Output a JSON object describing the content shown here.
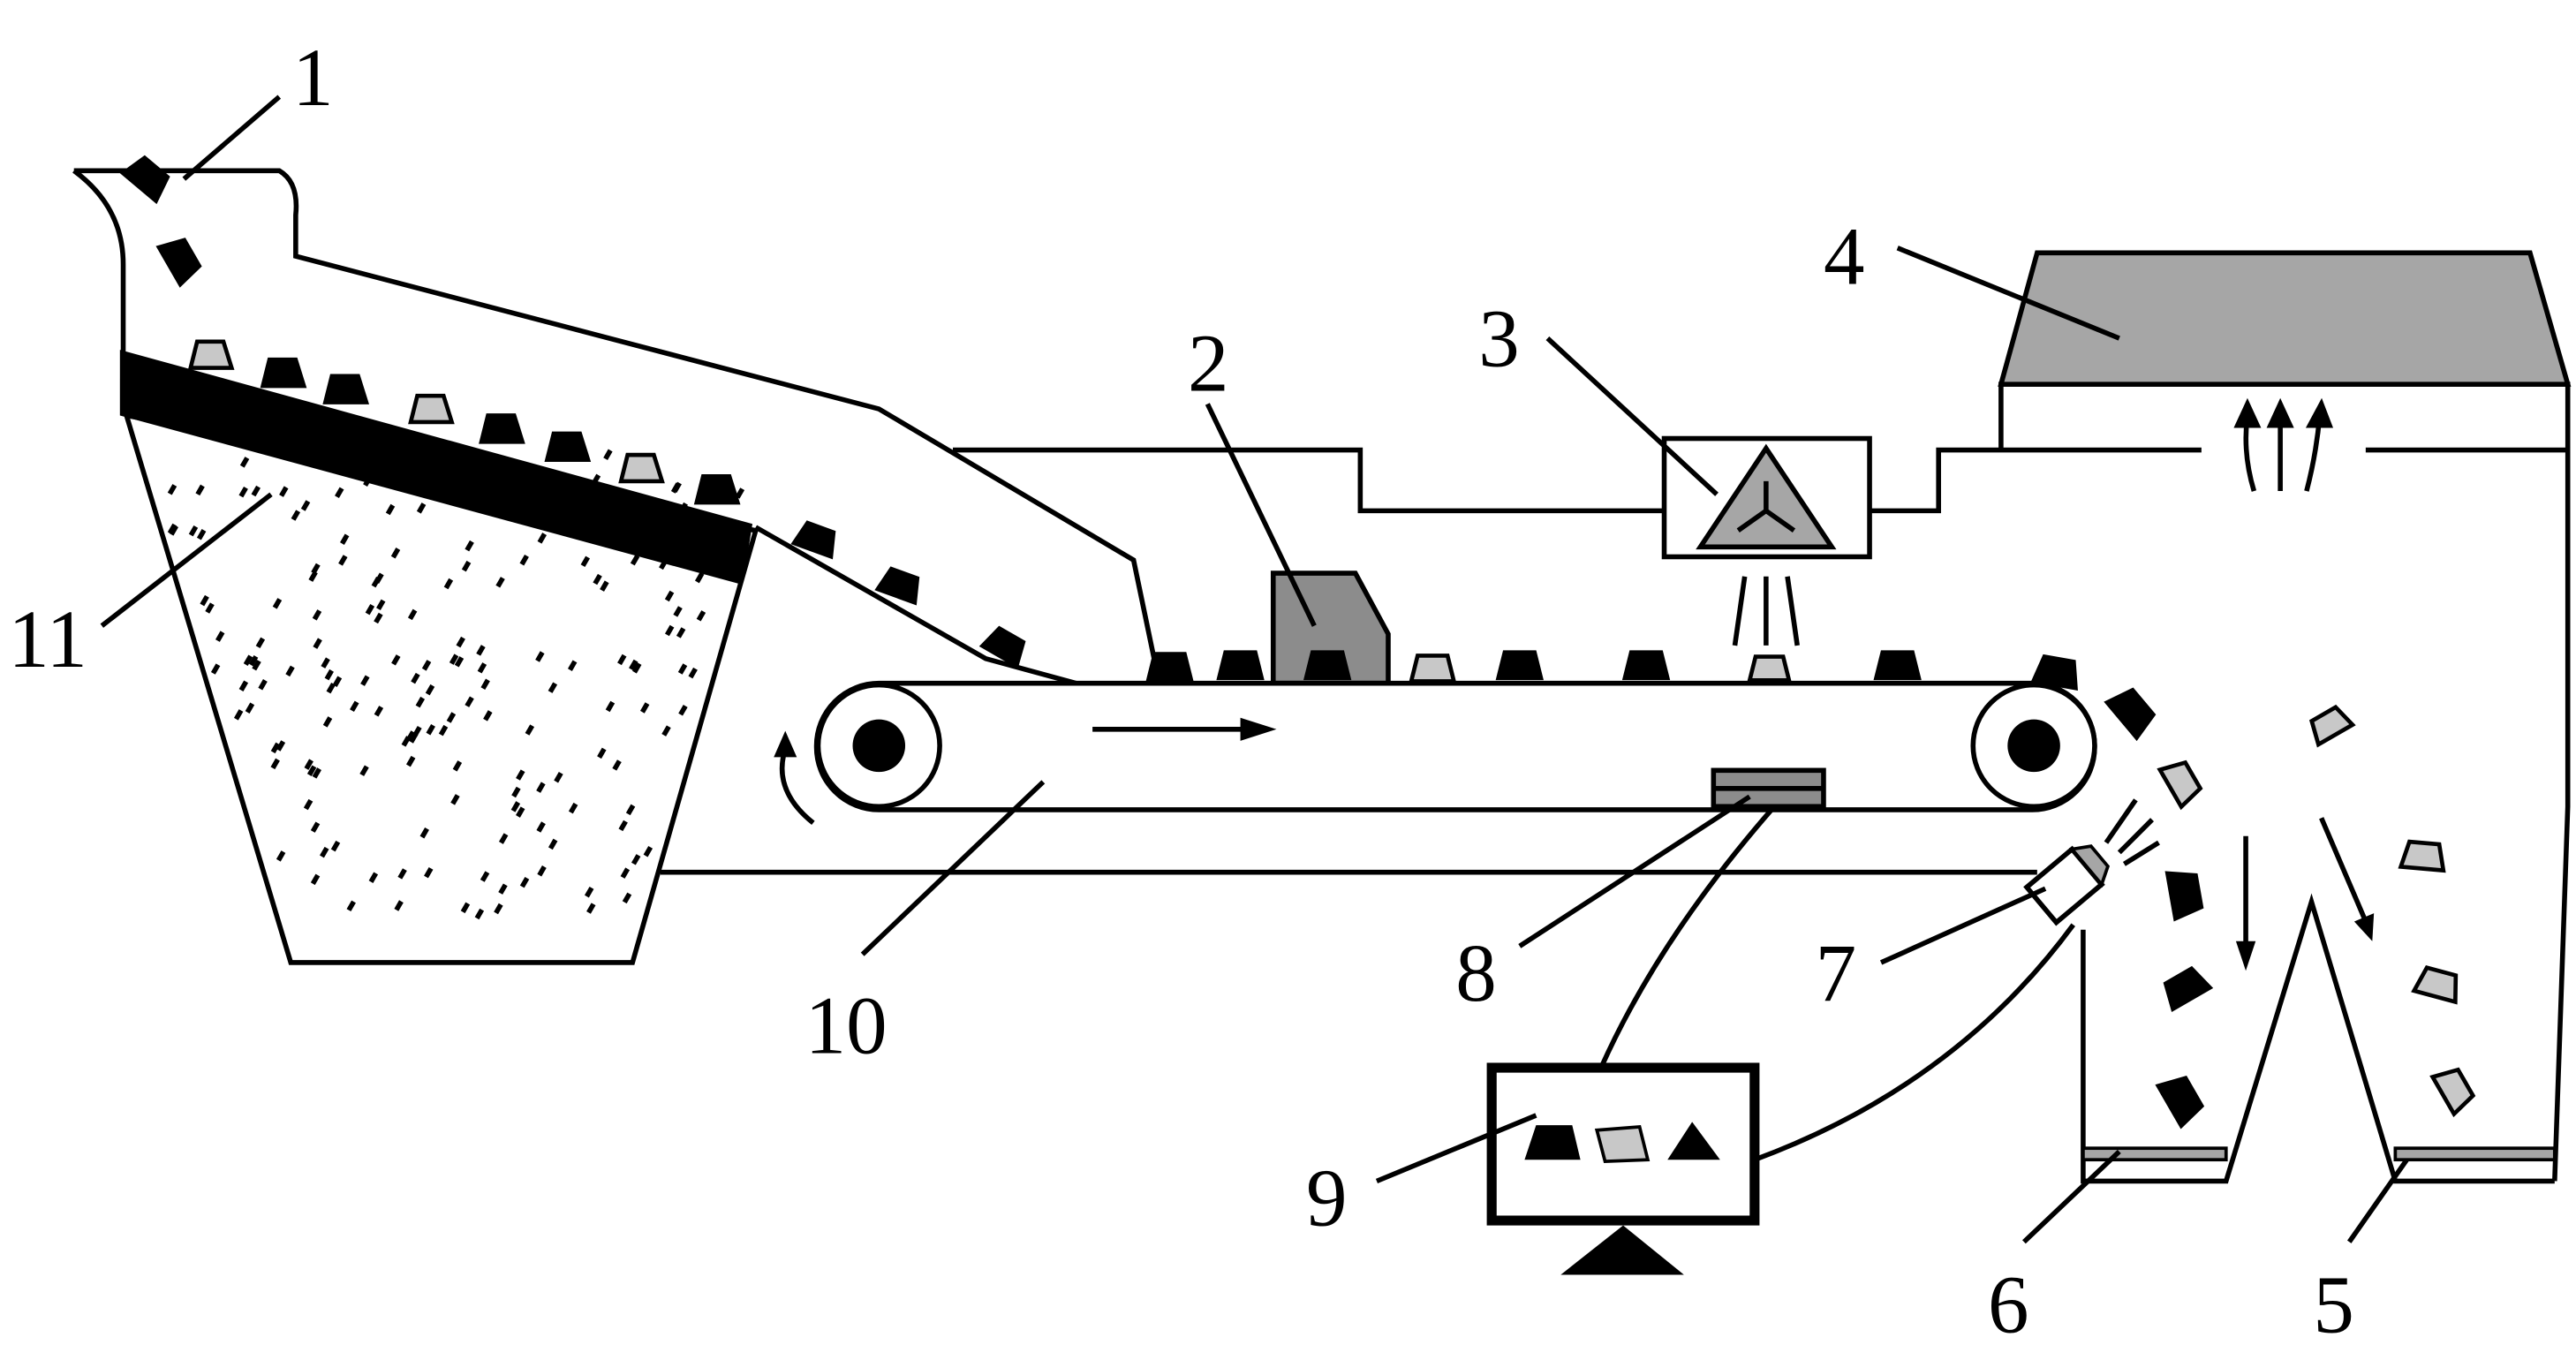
{
  "title": "Ore sorting system schematic",
  "labels": {
    "feed_hopper": "1",
    "leveling_device": "2",
    "xray_source": "3",
    "compressor_air_chamber": "4",
    "product_bin_sensor": "5",
    "waste_bin_sensor": "6",
    "air_nozzle": "7",
    "detector": "8",
    "computer": "9",
    "conveyor_belt": "10",
    "vibrating_screen": "11"
  },
  "colors": {
    "ink": "#000000",
    "gray_fill": "#a6a6a6",
    "light_rock": "#c8c8c8",
    "dark_gray": "#8c8c8c"
  }
}
